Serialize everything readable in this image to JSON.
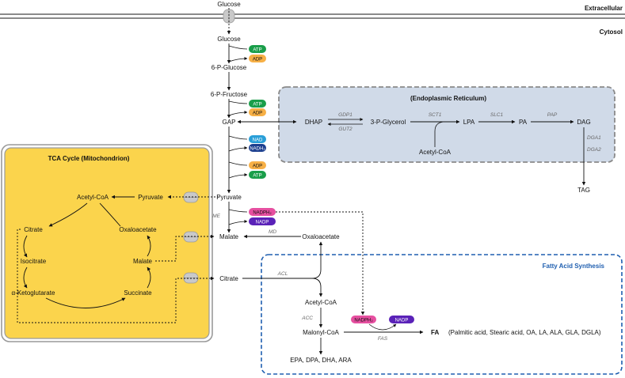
{
  "colors": {
    "atp": "#1a9e4a",
    "adp": "#f7b046",
    "nad": "#2a9fd8",
    "nadh": "#1c3f8f",
    "nadph": "#e64fa0",
    "nadp": "#5a22b8",
    "tca_fill": "#fbd44c",
    "er_fill": "#d0dae8",
    "fas_border": "#1f5fb0"
  },
  "compartments": {
    "extracellular": "Extracellular",
    "cytosol": "Cytosol",
    "er": "(Endoplasmic Reticulum)",
    "tca": "TCA Cycle (Mitochondrion)",
    "fas": "Fatty Acid Synthesis"
  },
  "metabolites": {
    "glucose_ext": "Glucose",
    "glucose": "Glucose",
    "g6p": "6-P-Glucose",
    "f6p": "6-P-Fructose",
    "gap": "GAP",
    "pyruvate_cyt": "Pyruvate",
    "malate_cyt": "Malate",
    "oaa_cyt": "Oxaloacetate",
    "citrate_cyt": "Citrate",
    "acetylcoa_cyt": "Acetyl-CoA",
    "malonylcoa": "Malonyl-CoA",
    "fa": "FA",
    "fa_list": "(Palmitic acid, Stearic acid, OA, LA, ALA, GLA, DGLA)",
    "pufa": "EPA, DPA, DHA, ARA",
    "dhap": "DHAP",
    "g3p": "3-P-Glycerol",
    "lpa": "LPA",
    "pa": "PA",
    "dag": "DAG",
    "tag": "TAG",
    "acetylcoa_er": "Acetyl-CoA",
    "tca_acetylcoa": "Acetyl-CoA",
    "tca_pyruvate": "Pyruvate",
    "tca_citrate": "Citrate",
    "tca_oaa": "Oxaloacetate",
    "tca_isocitrate": "Isocitrate",
    "tca_malate": "Malate",
    "tca_akg": "α-Ketoglutarate",
    "tca_succinate": "Succinate"
  },
  "enzymes": {
    "gdp1": "GDP1",
    "gut2": "GUT2",
    "sct1": "SCT1",
    "slc1": "SLC1",
    "pap": "PAP",
    "dga1": "DGA1",
    "dga2": "DGA2",
    "me": "ME",
    "md": "MD",
    "acl": "ACL",
    "acc": "ACC",
    "fas": "FAS"
  },
  "cofactors": {
    "atp1": "ATP",
    "adp1": "ADP",
    "atp2": "ATP",
    "adp2": "ADP",
    "nad": "NAD",
    "nadh": "NADH₂",
    "adp3": "ADP",
    "atp3": "ATP",
    "nadph_me": "NADPH₂",
    "nadp_me": "NADP",
    "nadph_fas": "NADPH₂",
    "nadp_fas": "NADP"
  }
}
